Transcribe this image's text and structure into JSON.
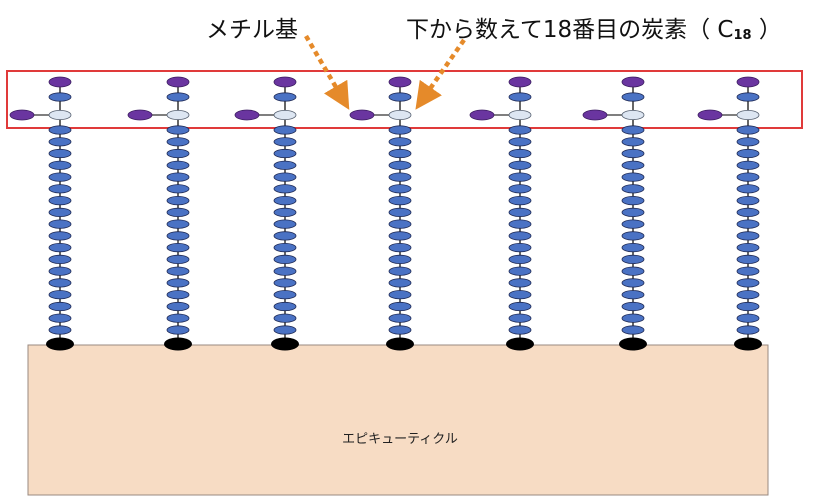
{
  "labels": {
    "methyl_group": "メチル基",
    "carbon18_prefix": "下から数えて18番目の炭素（ C",
    "carbon18_sub": "18",
    "carbon18_suffix": " ）",
    "epicuticle": "エピキューティクル"
  },
  "structure": {
    "chain_count": 7,
    "carbon_segments_per_chain": 18,
    "branch": "methyl"
  },
  "colors": {
    "background": "#ffffff",
    "chain_carbon": "#4a72c4",
    "carbon_outline": "#1f2a55",
    "methyl": "#6a35a0",
    "branch_carbon": "#dde6f2",
    "base_anchor": "#000000",
    "highlight_box": "#e03a3a",
    "arrow": "#e58a2a",
    "epicuticle_fill": "#f7dcc4",
    "epicuticle_border": "#9a8a80"
  }
}
